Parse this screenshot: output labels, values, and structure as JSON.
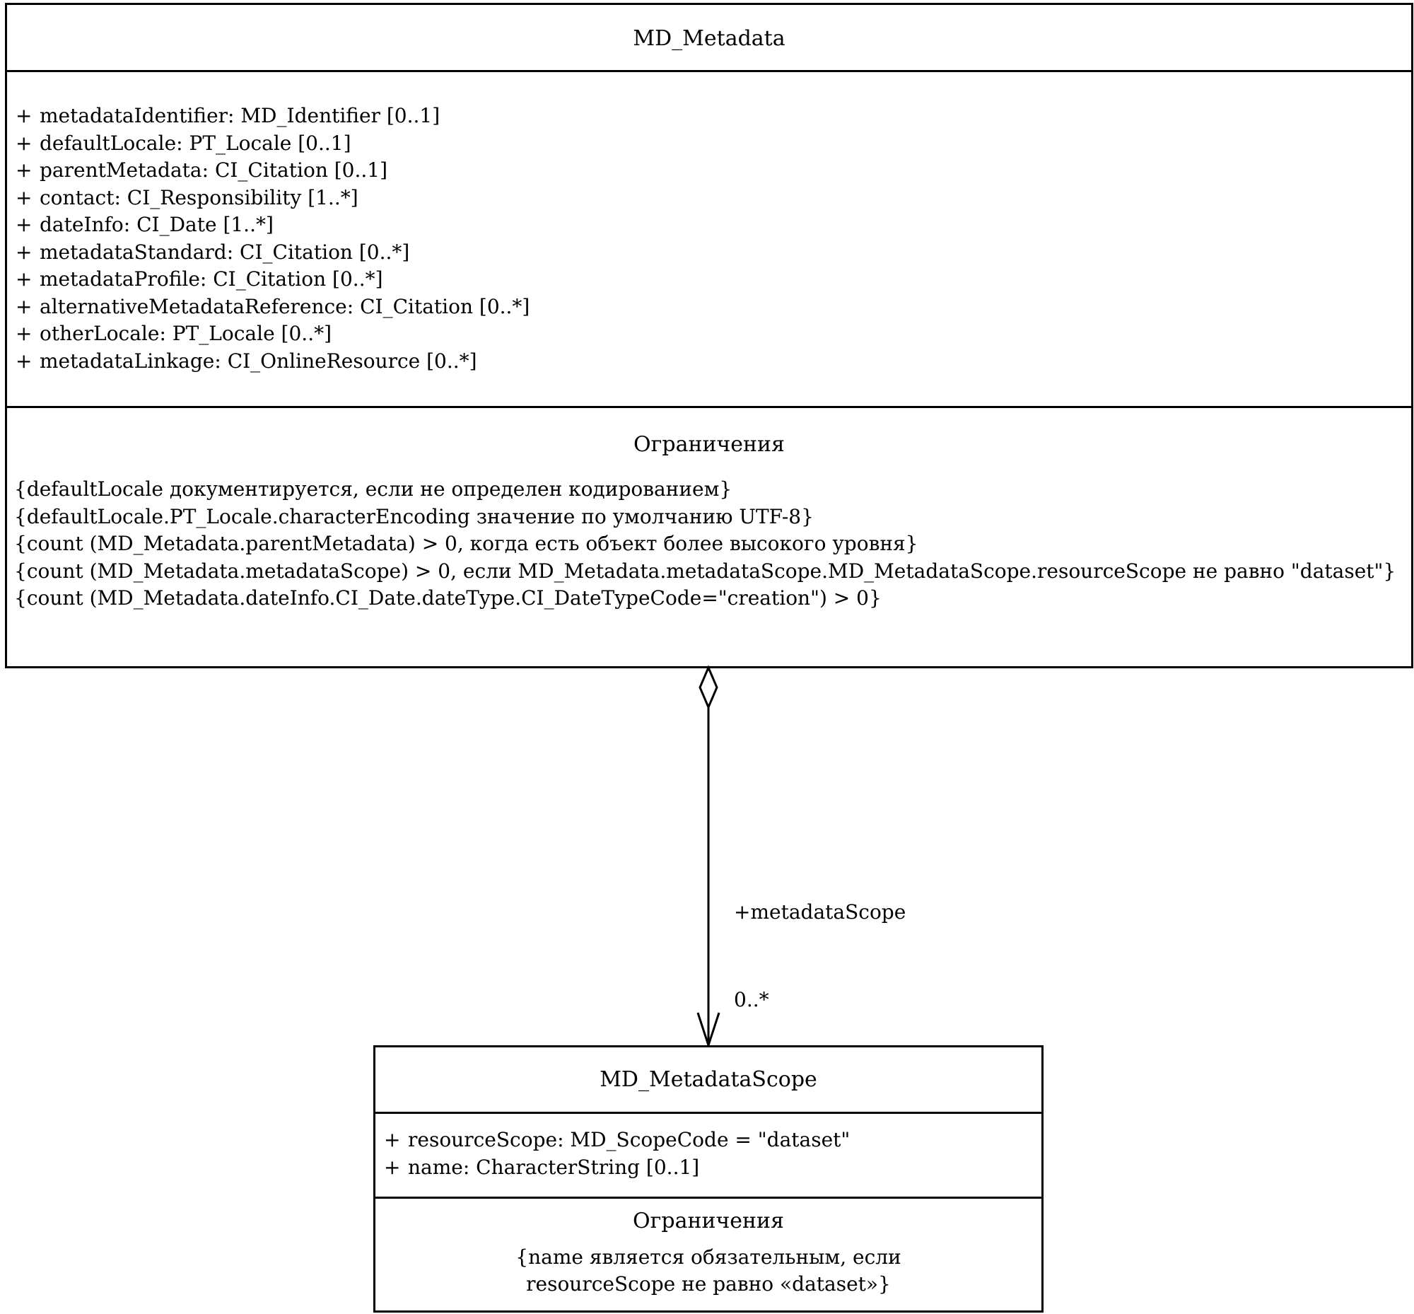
{
  "md_metadata": {
    "name": "MD_Metadata",
    "attributes": [
      "metadataIdentifier:  MD_Identifier [0..1]",
      "defaultLocale:  PT_Locale [0..1]",
      "parentMetadata:  CI_Citation [0..1]",
      "contact:  CI_Responsibility [1..*]",
      "dateInfo:  CI_Date [1..*]",
      "metadataStandard:  CI_Citation [0..*]",
      "metadataProfile:  CI_Citation [0..*]",
      "alternativeMetadataReference:  CI_Citation [0..*]",
      "otherLocale:  PT_Locale [0..*]",
      "metadataLinkage:  CI_OnlineResource [0..*]"
    ],
    "visibility": "+",
    "constraints_title": "Ограничения",
    "constraints": [
      "{defaultLocale документируется, если не определен кодированием}",
      "{defaultLocale.PT_Locale.characterEncoding значение по умолчанию UTF-8}",
      "{count (MD_Metadata.parentMetadata) > 0, когда есть объект более высокого уровня}",
      "{count (MD_Metadata.metadataScope) > 0, если MD_Metadata.metadataScope.MD_MetadataScope.resourceScope не равно \"dataset\"}",
      "{count (MD_Metadata.dateInfo.CI_Date.dateType.CI_DateTypeCode=\"creation\") > 0}"
    ]
  },
  "association": {
    "role": "+metadataScope",
    "multiplicity": "0..*",
    "type": "aggregation"
  },
  "md_metadata_scope": {
    "name": "MD_MetadataScope",
    "attributes": [
      "resourceScope:  MD_ScopeCode = \"dataset\"",
      "name:  CharacterString [0..1]"
    ],
    "visibility": "+",
    "constraints_title": "Ограничения",
    "constraint": "{name является обязательным, если resourceScope не равно «dataset»}"
  }
}
